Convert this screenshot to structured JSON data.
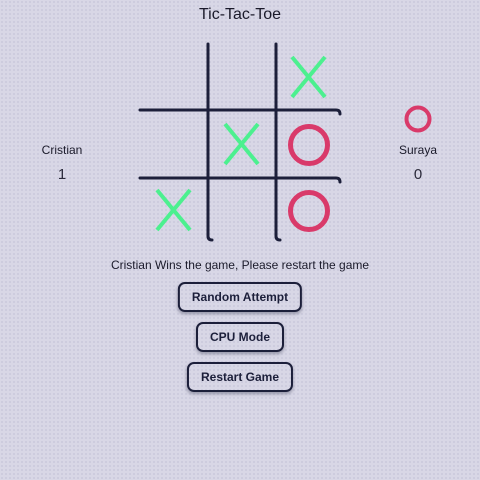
{
  "title": "Tic-Tac-Toe",
  "players": {
    "left": {
      "name": "Cristian",
      "score": "1"
    },
    "right": {
      "name": "Suraya",
      "score": "0"
    }
  },
  "current_turn": "O",
  "board": [
    [
      "",
      "",
      "X"
    ],
    [
      "",
      "X",
      "O"
    ],
    [
      "X",
      "",
      "O"
    ]
  ],
  "status": "Cristian Wins the game, Please restart the game",
  "buttons": {
    "random_attempt": "Random Attempt",
    "cpu_mode": "CPU Mode",
    "restart_game": "Restart Game"
  },
  "colors": {
    "background": "#d8d7e6",
    "grid": "#1c1f3a",
    "x_mark": "#4cf08f",
    "o_mark": "#d93a6a"
  }
}
